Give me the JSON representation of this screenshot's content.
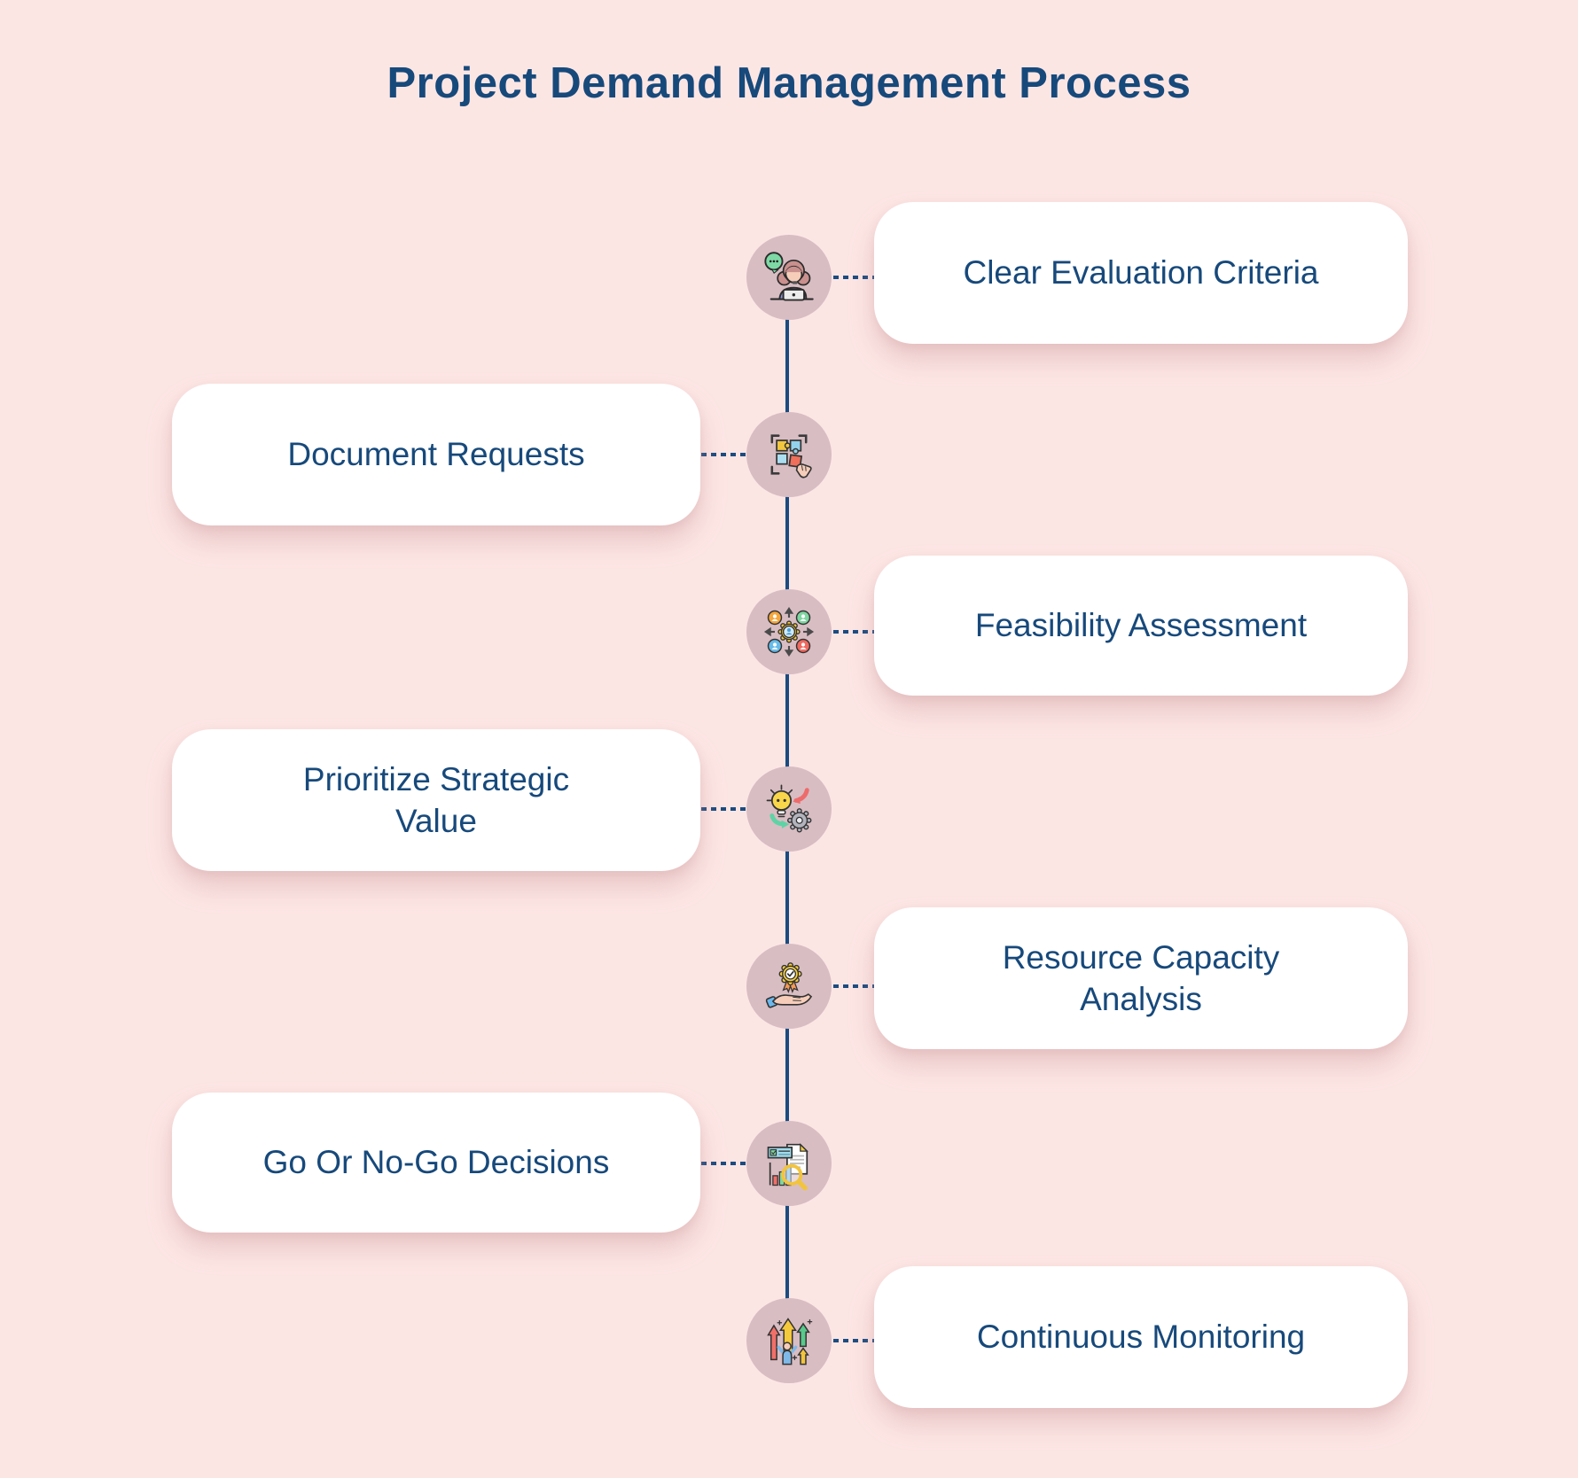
{
  "title": "Project Demand Management Process",
  "colors": {
    "bg": "#FCE6E4",
    "card": "#FFFFFF",
    "text": "#17497B",
    "line": "#1B4B80",
    "node": "#D8BDC3"
  },
  "steps": [
    {
      "label": "Clear Evaluation Criteria",
      "side": "right",
      "icon": "support-agent-icon"
    },
    {
      "label": "Document Requests",
      "side": "left",
      "icon": "puzzle-selection-icon"
    },
    {
      "label": "Feasibility Assessment",
      "side": "right",
      "icon": "stakeholder-network-icon"
    },
    {
      "label": "Prioritize Strategic\nValue",
      "side": "left",
      "icon": "idea-gear-cycle-icon"
    },
    {
      "label": "Resource Capacity\nAnalysis",
      "side": "right",
      "icon": "award-hand-icon"
    },
    {
      "label": "Go Or No-Go Decisions",
      "side": "left",
      "icon": "report-analysis-icon"
    },
    {
      "label": "Continuous Monitoring",
      "side": "right",
      "icon": "growth-arrows-icon"
    }
  ]
}
